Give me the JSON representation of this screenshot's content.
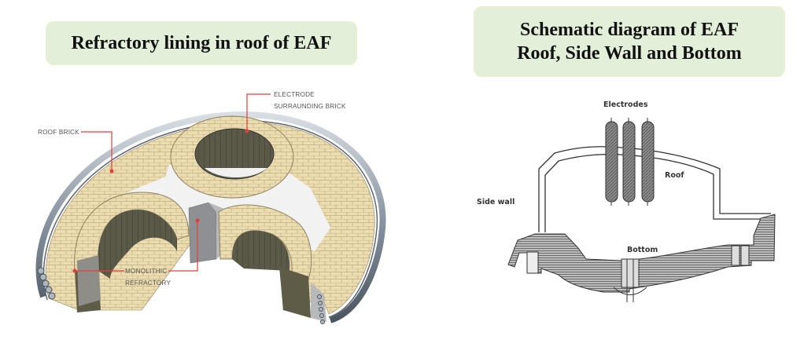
{
  "left_panel": {
    "title": "Refractory lining in roof of EAF",
    "labels": {
      "roof_brick": "ROOF BRICK",
      "electrode_line1": "ELECTRODE",
      "electrode_line2": "SURRAUNDING BRICK",
      "monolithic_line1": "MONOLITHIC",
      "monolithic_line2": "REFRACTORY"
    }
  },
  "right_panel": {
    "title_line1": "Schematic diagram of EAF",
    "title_line2": "Roof, Side Wall and Bottom",
    "labels": {
      "electrodes": "Electrodes",
      "roof": "Roof",
      "side_wall": "Side wall",
      "bottom": "Bottom"
    }
  },
  "colors": {
    "title_bg": "#e2efd9",
    "brick": "#ecdcb0",
    "callout": "#e0403a",
    "steel": "#7d8792"
  }
}
